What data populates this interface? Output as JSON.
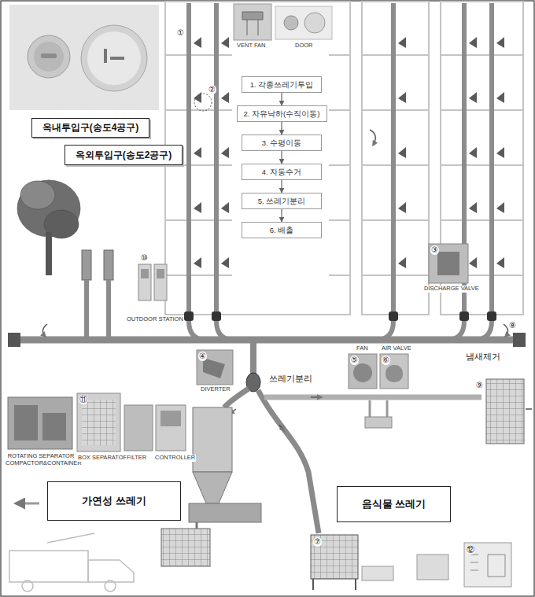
{
  "diagram": {
    "nodes": [
      {
        "text": [
          "옥내투입구(송도4공구)"
        ]
      },
      {
        "text": [
          "옥외투입구(송도2공구)"
        ]
      },
      {
        "text": [
          "1. 각종쓰레기투입"
        ]
      },
      {
        "text": [
          "2. 자유낙하(수직이동)"
        ]
      },
      {
        "text": [
          "3. 수평이동"
        ]
      },
      {
        "text": [
          "4. 자동수거"
        ]
      },
      {
        "text": [
          "5. 쓰레기분리"
        ]
      },
      {
        "text": [
          "6. 배출"
        ]
      },
      {
        "text": [
          "가연성 쓰레기"
        ]
      },
      {
        "text": [
          "음식물 쓰레기"
        ]
      }
    ],
    "edges": [
      {
        "from": 2,
        "to": 3,
        "arrow": "to"
      },
      {
        "from": 3,
        "to": 4,
        "arrow": "to"
      },
      {
        "from": 4,
        "to": 5,
        "arrow": "to"
      },
      {
        "from": 5,
        "to": 6,
        "arrow": "to"
      },
      {
        "from": 6,
        "to": 7,
        "arrow": "to"
      }
    ],
    "labels": [
      "VENT FAN",
      "DOOR",
      "DISCHARGE VALVE",
      "OUTDOOR STATION",
      "쓰레기분리",
      "냄새제거",
      "DIVERTER",
      "FAN",
      "AIR VALVE",
      "ROTATING SEPARATOR COMPACTOR&CONTAINER",
      "BOX SEPARATOR",
      "FILTER",
      "CONTROLLER",
      "①",
      "②",
      "③",
      "④",
      "⑤",
      "⑥",
      "⑦",
      "⑧",
      "⑨",
      "⑩",
      "⑪",
      "⑫"
    ]
  }
}
